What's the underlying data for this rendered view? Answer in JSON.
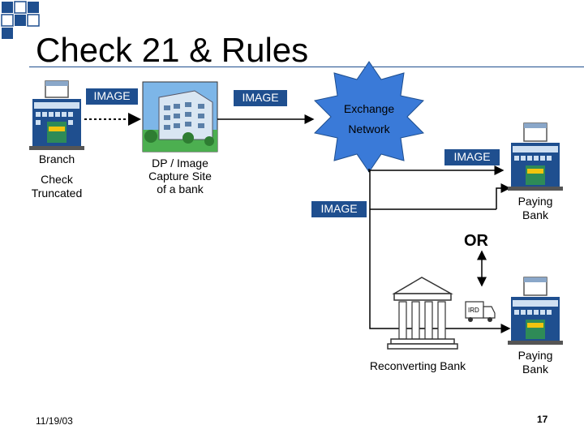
{
  "title": "Check 21 & Rules",
  "image_tags": {
    "tag1": "IMAGE",
    "tag2": "IMAGE",
    "tag3": "IMAGE",
    "tag4": "IMAGE"
  },
  "exchange": {
    "line1": "Exchange",
    "line2": "Network"
  },
  "branch": {
    "label": "Branch",
    "sub_line1": "Check",
    "sub_line2": "Truncated"
  },
  "capture": {
    "line1": "DP / Image",
    "line2": "Capture Site",
    "line3": "of a bank"
  },
  "paying_bank_1": {
    "line1": "Paying",
    "line2": "Bank"
  },
  "paying_bank_2": {
    "line1": "Paying",
    "line2": "Bank"
  },
  "or_label": "OR",
  "ird_label": "IRD",
  "reconverting_bank": "Reconverting Bank",
  "footer": {
    "date": "11/19/03",
    "page": "17"
  },
  "colors": {
    "accent_blue": "#1f4f8f",
    "starburst": "#3a7ad8",
    "building_green": "#2e8b57"
  }
}
